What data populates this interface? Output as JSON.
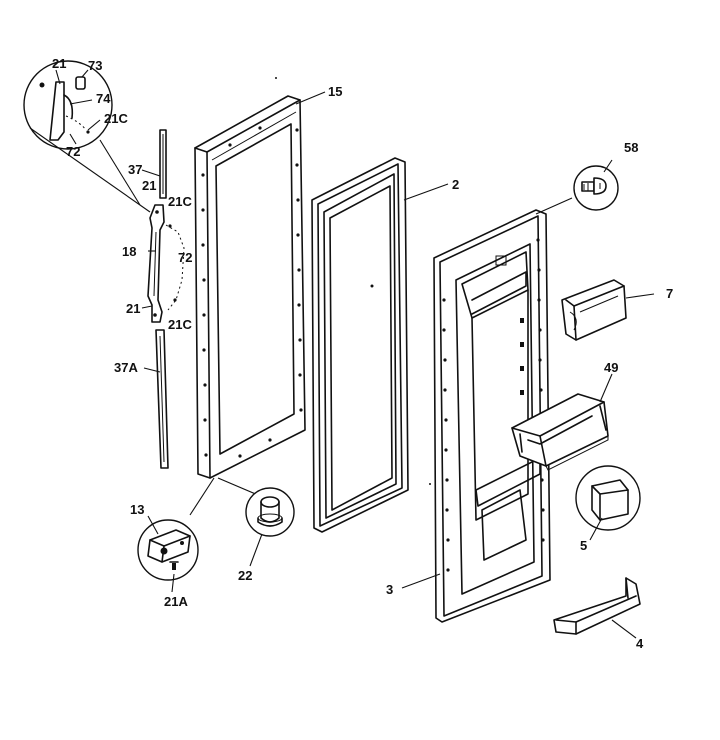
{
  "callouts": {
    "c21_top": "21",
    "c73": "73",
    "c74": "74",
    "c21C_top": "21C",
    "c72_top": "72",
    "c15": "15",
    "c2": "2",
    "c58": "58",
    "c37": "37",
    "c21_mid": "21",
    "c21C_mid": "21C",
    "c18": "18",
    "c72_mid": "72",
    "c21_low": "21",
    "c21C_low": "21C",
    "c7": "7",
    "c37A": "37A",
    "c49": "49",
    "c13": "13",
    "c22": "22",
    "c21A": "21A",
    "c3": "3",
    "c5": "5",
    "c4": "4"
  }
}
